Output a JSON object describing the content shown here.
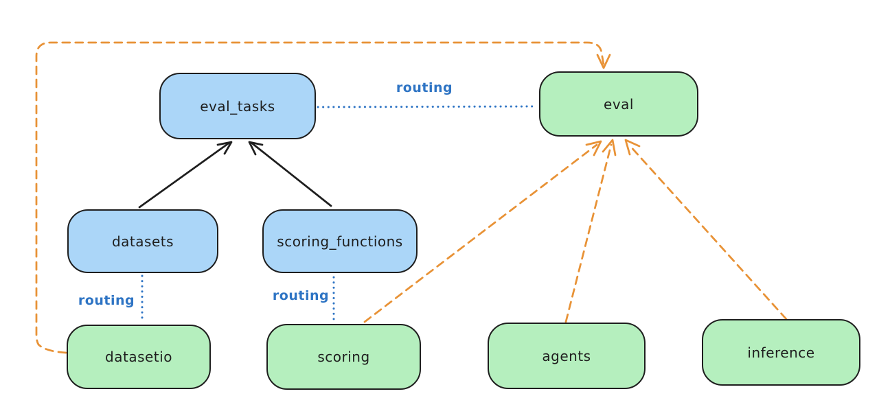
{
  "diagram": {
    "title": "",
    "nodes": [
      {
        "id": "eval_tasks",
        "label": "eval_tasks",
        "kind": "blue-resource"
      },
      {
        "id": "eval",
        "label": "eval",
        "kind": "green-api"
      },
      {
        "id": "datasets",
        "label": "datasets",
        "kind": "blue-resource"
      },
      {
        "id": "scoring_functions",
        "label": "scoring_functions",
        "kind": "blue-resource"
      },
      {
        "id": "datasetio",
        "label": "datasetio",
        "kind": "green-api"
      },
      {
        "id": "scoring",
        "label": "scoring",
        "kind": "green-api"
      },
      {
        "id": "agents",
        "label": "agents",
        "kind": "green-api"
      },
      {
        "id": "inference",
        "label": "inference",
        "kind": "green-api"
      }
    ],
    "edges": [
      {
        "from": "datasets",
        "to": "eval_tasks",
        "style": "solid-arrow",
        "label": ""
      },
      {
        "from": "scoring_functions",
        "to": "eval_tasks",
        "style": "solid-arrow",
        "label": ""
      },
      {
        "from": "eval_tasks",
        "to": "eval",
        "style": "dotted-line",
        "label": "routing"
      },
      {
        "from": "datasets",
        "to": "datasetio",
        "style": "dotted-line",
        "label": "routing"
      },
      {
        "from": "scoring_functions",
        "to": "scoring",
        "style": "dotted-line",
        "label": "routing"
      },
      {
        "from": "datasetio",
        "to": "eval",
        "style": "dashed-arrow",
        "label": ""
      },
      {
        "from": "scoring",
        "to": "eval",
        "style": "dashed-arrow",
        "label": ""
      },
      {
        "from": "agents",
        "to": "eval",
        "style": "dashed-arrow",
        "label": ""
      },
      {
        "from": "inference",
        "to": "eval",
        "style": "dashed-arrow",
        "label": ""
      }
    ],
    "colors": {
      "node_stroke": "#1e1e1e",
      "blue_fill": "#abd6f8",
      "green_fill": "#b5efbe",
      "routing": "#2e74c4",
      "dependency": "#e89236",
      "solid_arrow": "#1e1e1e",
      "background": "#ffffff"
    }
  }
}
